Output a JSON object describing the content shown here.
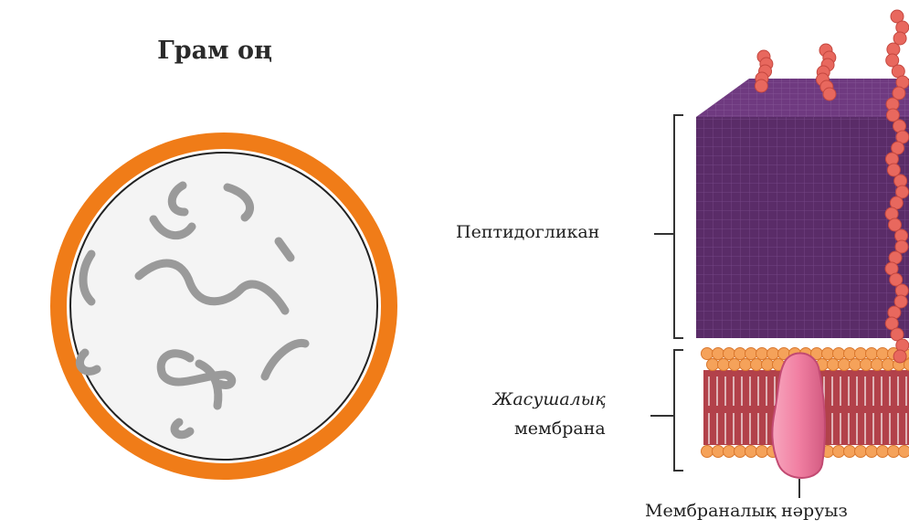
{
  "title": "Грам оң",
  "labels": {
    "peptidoglycan": "Пептидогликан",
    "membrane_line1": "Жасушалық",
    "membrane_line2": "мембрана",
    "membrane_protein": "Мембраналық нәруыз"
  },
  "colors": {
    "cell_wall": "#f07c18",
    "cytoplasm": "#f4f4f4",
    "dna": "#9a9a9a",
    "peptidoglycan_front": "#5a2c68",
    "peptidoglycan_top": "#6f3a80",
    "lipid_head": "#f5a25a",
    "membrane_core": "#b2414a",
    "protein": "#f17fa2",
    "teichoic": "#e8685e"
  }
}
